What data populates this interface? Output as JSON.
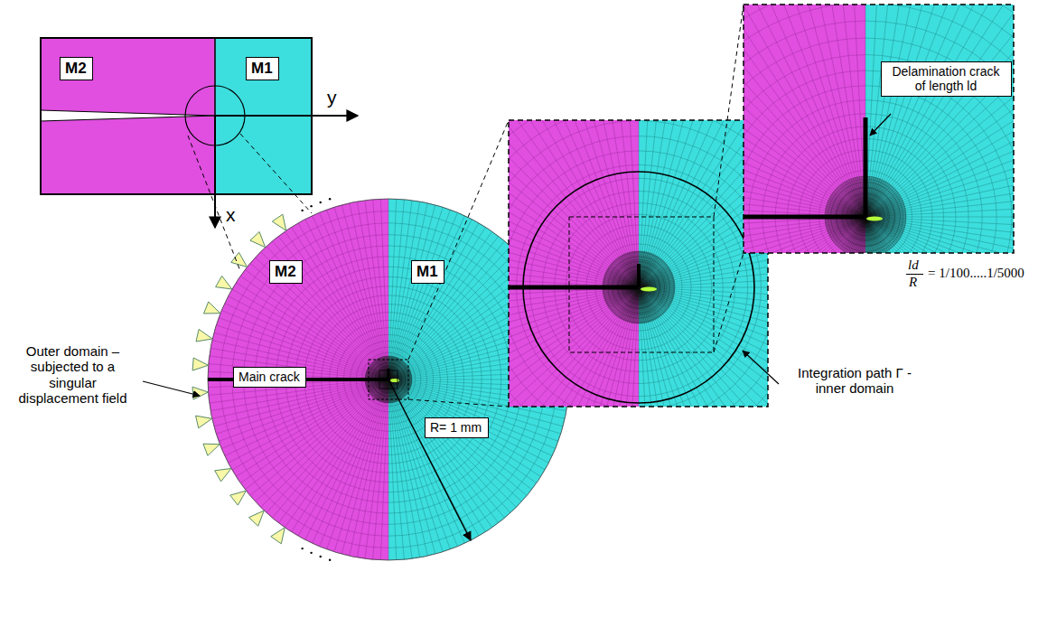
{
  "diagram": {
    "nodes": [
      {
        "text": [
          "M2"
        ]
      },
      {
        "text": [
          "M1"
        ]
      },
      {
        "text": [
          "M2"
        ]
      },
      {
        "text": [
          "M1"
        ]
      },
      {
        "text": [
          "Main crack"
        ]
      },
      {
        "text": [
          "R= 1 mm"
        ]
      },
      {
        "text": [
          "Delamination crack of length ld"
        ]
      }
    ],
    "labels": [
      "y",
      "x",
      "Outer domain – subjected to a singular displacement field",
      "Integration path Γ - inner domain",
      "ld",
      "R",
      "= 1/100.....1/5000"
    ]
  }
}
